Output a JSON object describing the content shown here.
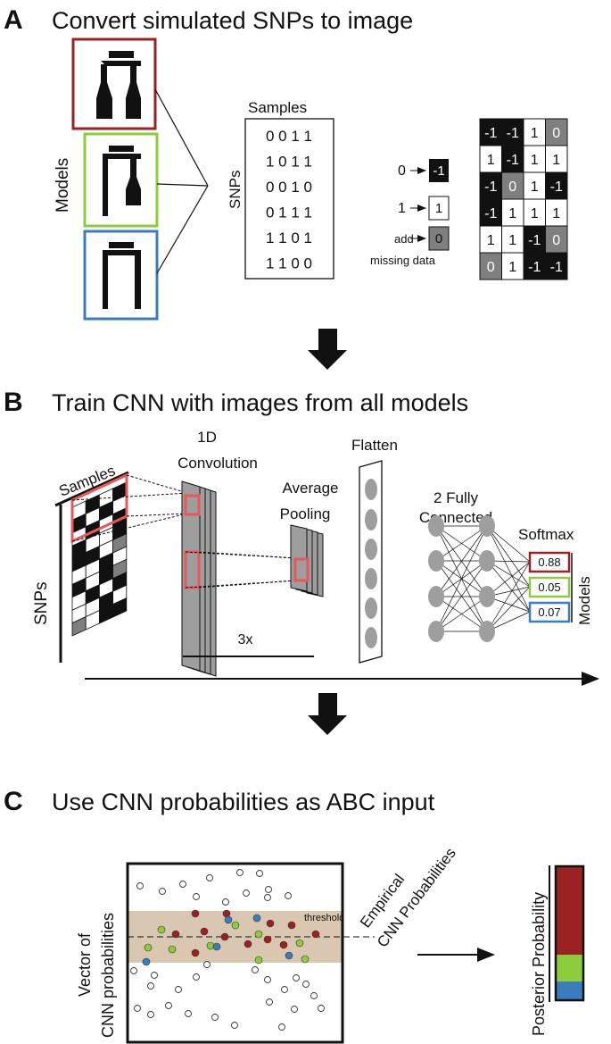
{
  "colors": {
    "red": "#9b2222",
    "green": "#8dcc3a",
    "blue": "#3a7dbf",
    "gray": "#7f7f7f",
    "band": "#d9c7b1",
    "black": "#111111"
  },
  "sectionA": {
    "letter": "A",
    "title": "Convert simulated SNPs to image",
    "models_label": "Models",
    "samples_label": "Samples",
    "snps_label": "SNPs",
    "matrix": [
      "0 0 1 1",
      "1 0 1 1",
      "0 0 1 0",
      "0 1 1 1",
      "1 1 0 1",
      "1 1 0 0"
    ],
    "legend": [
      {
        "left": "0",
        "value": "-1"
      },
      {
        "left": "1",
        "value": "1"
      },
      {
        "left": "add",
        "value": "0"
      }
    ],
    "missing_label": "missing data",
    "image_grid": [
      [
        "-1",
        "-1",
        "1",
        "0"
      ],
      [
        "1",
        "-1",
        "1",
        "1"
      ],
      [
        "-1",
        "0",
        "1",
        "-1"
      ],
      [
        "-1",
        "1",
        "1",
        "1"
      ],
      [
        "1",
        "1",
        "-1",
        "0"
      ],
      [
        "0",
        "1",
        "-1",
        "-1"
      ]
    ]
  },
  "sectionB": {
    "letter": "B",
    "title": "Train CNN with images from all models",
    "samples_label": "Samples",
    "snps_label": "SNPs",
    "conv_label_1": "1D",
    "conv_label_2": "Convolution",
    "pool_label_1": "Average",
    "pool_label_2": "Pooling",
    "flatten_label": "Flatten",
    "fc_label_1": "2 Fully",
    "fc_label_2": "Connected",
    "softmax_label": "Softmax",
    "repeat_label": "3x",
    "models_label": "Models",
    "outputs": [
      "0.88",
      "0.05",
      "0.07"
    ]
  },
  "sectionC": {
    "letter": "C",
    "title": "Use CNN probabilities as ABC input",
    "y_label_1": "Vector of",
    "y_label_2": "CNN probabilities",
    "threshold_label": "threshold",
    "empirical_label_1": "Empirical",
    "empirical_label_2": "CNN Probabilities",
    "posterior_label": "Posterior Probability",
    "posterior_proportions": {
      "red": 0.66,
      "green": 0.2,
      "blue": 0.14
    }
  }
}
